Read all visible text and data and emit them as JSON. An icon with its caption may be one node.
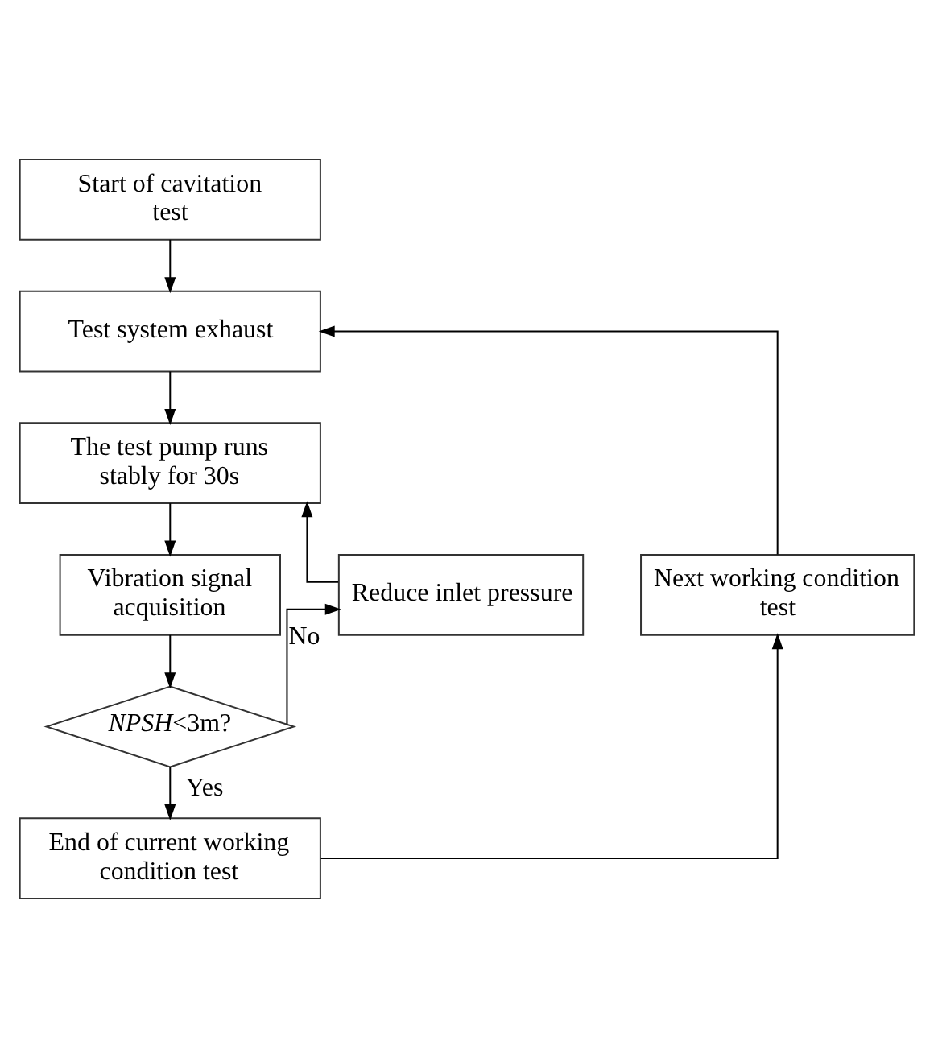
{
  "diagram": {
    "nodes": [
      {
        "text": [
          "Start of cavitation test"
        ]
      },
      {
        "text": [
          "Test system exhaust"
        ]
      },
      {
        "text": [
          "The test pump runs stably for 30s"
        ]
      },
      {
        "text": [
          "Vibration signal acquisition"
        ]
      },
      {
        "text": [
          "*NPSH*<3m?"
        ]
      },
      {
        "text": [
          "Reduce inlet pressure"
        ]
      },
      {
        "text": [
          "Next working condition test"
        ]
      },
      {
        "text": [
          "End of current working condition test"
        ]
      }
    ],
    "edges": [
      {
        "from": 0,
        "to": 1,
        "arrow": "to"
      },
      {
        "from": 1,
        "to": 2,
        "arrow": "to"
      },
      {
        "from": 2,
        "to": 3,
        "arrow": "to"
      },
      {
        "from": 3,
        "to": 4,
        "arrow": "to"
      },
      {
        "from": 4,
        "to": 5,
        "arrow": "to",
        "label": "No"
      },
      {
        "from": 5,
        "to": 2,
        "arrow": "to"
      },
      {
        "from": 4,
        "to": 7,
        "arrow": "to",
        "label": "Yes"
      },
      {
        "from": 7,
        "to": 6,
        "arrow": "to"
      },
      {
        "from": 6,
        "to": 1,
        "arrow": "to"
      }
    ]
  }
}
